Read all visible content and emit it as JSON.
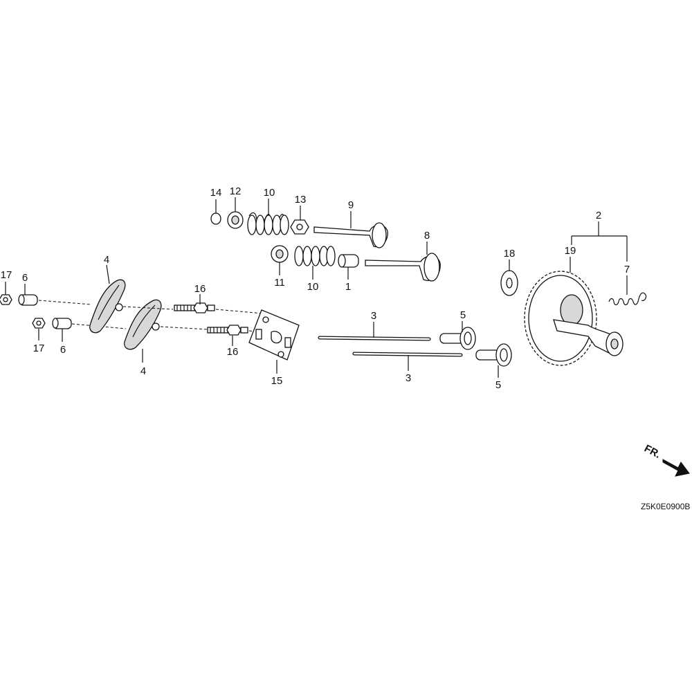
{
  "diagram": {
    "callouts": {
      "c1": "1",
      "c2": "2",
      "c3a": "3",
      "c3b": "3",
      "c4a": "4",
      "c4b": "4",
      "c5a": "5",
      "c5b": "5",
      "c6a": "6",
      "c6b": "6",
      "c7": "7",
      "c8": "8",
      "c9": "9",
      "c10a": "10",
      "c10b": "10",
      "c11": "11",
      "c12": "12",
      "c13": "13",
      "c14": "14",
      "c15": "15",
      "c16a": "16",
      "c16b": "16",
      "c17a": "17",
      "c17b": "17",
      "c18": "18",
      "c19": "19"
    },
    "front_marker": "FR.",
    "drawing_code": "Z5K0E0900B"
  }
}
